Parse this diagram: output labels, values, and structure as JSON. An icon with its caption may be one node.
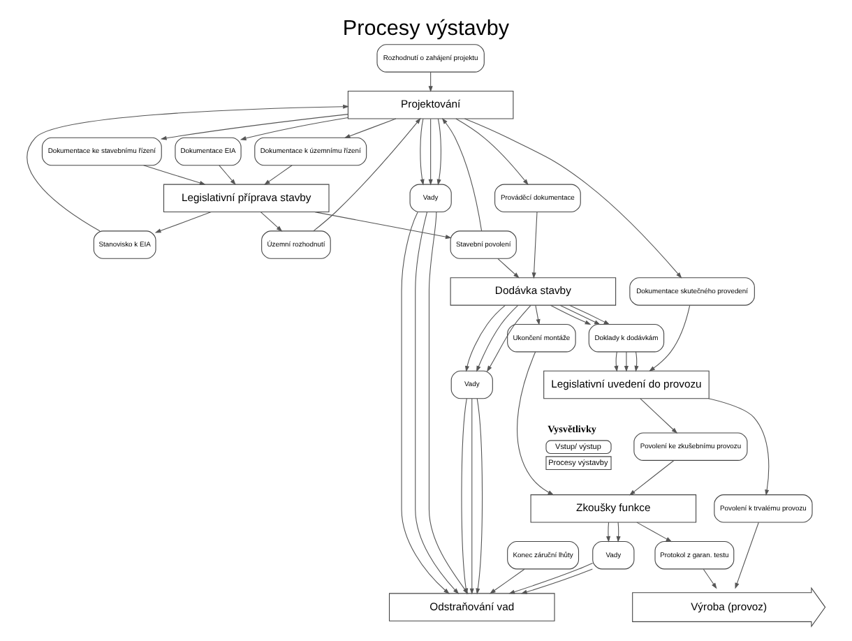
{
  "diagram": {
    "title": "Procesy výstavby",
    "nodes": [
      {
        "text": [
          "Rozhodnutí o zahájení projektu"
        ]
      },
      {
        "text": [
          "Projektování"
        ]
      },
      {
        "text": [
          "Dokumentace EIA"
        ]
      },
      {
        "text": [
          "Dokumentace k územnímu řízení"
        ]
      },
      {
        "text": [
          "Dokumentace ke stavebnímu řízení"
        ]
      },
      {
        "text": [
          "Prováděcí dokumentace"
        ]
      },
      {
        "text": [
          "Vady"
        ]
      },
      {
        "text": [
          "Dokumentace skutečného provedení"
        ]
      },
      {
        "text": [
          "Stanovisko k EIA"
        ]
      },
      {
        "text": [
          "Územní rozhodnutí"
        ]
      },
      {
        "text": [
          "Legislativní příprava stavby"
        ]
      },
      {
        "text": [
          "Konec záruční lhůty"
        ]
      },
      {
        "text": [
          "Odstraňování vad"
        ]
      },
      {
        "text": [
          "Stavební povolení"
        ]
      },
      {
        "text": [
          "Vady"
        ]
      },
      {
        "text": [
          "Vady"
        ]
      },
      {
        "text": [
          "Dodávka stavby"
        ]
      },
      {
        "text": [
          "Výroba (provoz)"
        ]
      },
      {
        "text": [
          "Doklady k dodávkám"
        ]
      },
      {
        "text": [
          "Ukončení montáže"
        ]
      },
      {
        "text": [
          "Protokol z garan. testu"
        ]
      },
      {
        "text": [
          "Zkoušky funkce"
        ]
      },
      {
        "text": [
          "Povolení ke zkušebnímu provozu"
        ]
      },
      {
        "text": [
          "Legislativní uvedení do provozu"
        ]
      },
      {
        "text": [
          "Povolení k trvalému provozu"
        ]
      }
    ],
    "edges": [
      {
        "from": 0,
        "to": 1,
        "arrow": "to"
      },
      {
        "from": 1,
        "to": 2,
        "arrow": "to"
      },
      {
        "from": 8,
        "to": 1,
        "arrow": "to"
      },
      {
        "from": 1,
        "to": 3,
        "arrow": "to"
      },
      {
        "from": 9,
        "to": 1,
        "arrow": "to"
      },
      {
        "from": 1,
        "to": 4,
        "arrow": "to"
      },
      {
        "from": 13,
        "to": 1,
        "arrow": "to"
      },
      {
        "from": 1,
        "to": 5,
        "arrow": "to"
      },
      {
        "from": 1,
        "to": 6,
        "arrow": "to"
      },
      {
        "from": 1,
        "to": 6,
        "arrow": "to"
      },
      {
        "from": 1,
        "to": 6,
        "arrow": "to"
      },
      {
        "from": 1,
        "to": 7,
        "arrow": "to"
      },
      {
        "from": 2,
        "to": 10,
        "arrow": "to"
      },
      {
        "from": 10,
        "to": 8,
        "arrow": "to"
      },
      {
        "from": 3,
        "to": 10,
        "arrow": "to"
      },
      {
        "from": 10,
        "to": 9,
        "arrow": "to"
      },
      {
        "from": 4,
        "to": 10,
        "arrow": "to"
      },
      {
        "from": 6,
        "to": 12,
        "arrow": "to"
      },
      {
        "from": 6,
        "to": 12,
        "arrow": "to"
      },
      {
        "from": 6,
        "to": 12,
        "arrow": "to"
      },
      {
        "from": 11,
        "to": 12,
        "arrow": "to"
      },
      {
        "from": 7,
        "to": 23,
        "arrow": "to"
      },
      {
        "from": 10,
        "to": 13,
        "arrow": "to"
      },
      {
        "from": 13,
        "to": 16,
        "arrow": "to"
      },
      {
        "from": 5,
        "to": 16,
        "arrow": "to"
      },
      {
        "from": 14,
        "to": 12,
        "arrow": "to"
      },
      {
        "from": 14,
        "to": 12,
        "arrow": "to"
      },
      {
        "from": 14,
        "to": 12,
        "arrow": "to"
      },
      {
        "from": 15,
        "to": 12,
        "arrow": "to"
      },
      {
        "from": 15,
        "to": 12,
        "arrow": "to"
      },
      {
        "from": 16,
        "to": 14,
        "arrow": "to"
      },
      {
        "from": 16,
        "to": 14,
        "arrow": "to"
      },
      {
        "from": 16,
        "to": 14,
        "arrow": "to"
      },
      {
        "from": 21,
        "to": 15,
        "arrow": "to"
      },
      {
        "from": 21,
        "to": 15,
        "arrow": "to"
      },
      {
        "from": 16,
        "to": 18,
        "arrow": "to"
      },
      {
        "from": 16,
        "to": 18,
        "arrow": "to"
      },
      {
        "from": 16,
        "to": 18,
        "arrow": "to"
      },
      {
        "from": 16,
        "to": 19,
        "arrow": "to"
      },
      {
        "from": 20,
        "to": 17,
        "arrow": "to"
      },
      {
        "from": 19,
        "to": 21,
        "arrow": "to"
      },
      {
        "from": 21,
        "to": 20,
        "arrow": "to"
      },
      {
        "from": 22,
        "to": 21,
        "arrow": "to"
      },
      {
        "from": 18,
        "to": 23,
        "arrow": "to"
      },
      {
        "from": 18,
        "to": 23,
        "arrow": "to"
      },
      {
        "from": 18,
        "to": 23,
        "arrow": "to"
      },
      {
        "from": 23,
        "to": 22,
        "arrow": "to"
      },
      {
        "from": 23,
        "to": 24,
        "arrow": "to"
      },
      {
        "from": 24,
        "to": 17,
        "arrow": "to"
      }
    ],
    "labels": [
      "Vysvětlivky"
    ],
    "legend": [
      {
        "text": "Vstup/ výstup"
      },
      {
        "text": "Procesy výstavby"
      }
    ]
  }
}
